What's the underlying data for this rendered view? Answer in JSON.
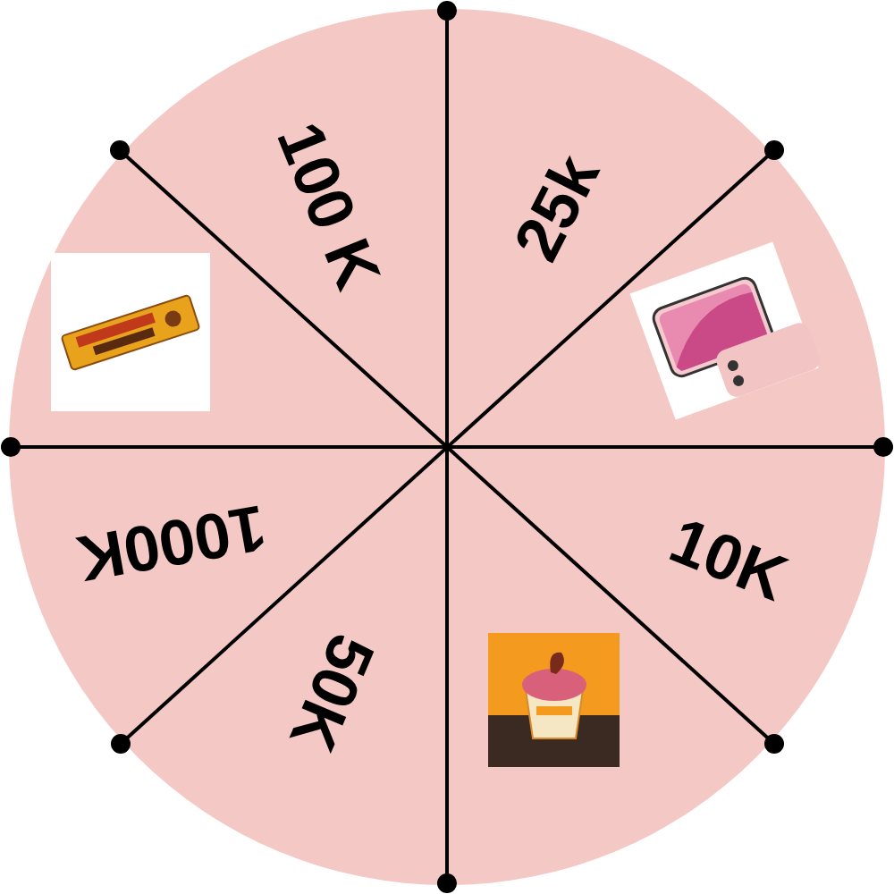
{
  "diagram": {
    "labels": [
      "100 K",
      "25k",
      "10K",
      "50K",
      "1000K"
    ]
  }
}
